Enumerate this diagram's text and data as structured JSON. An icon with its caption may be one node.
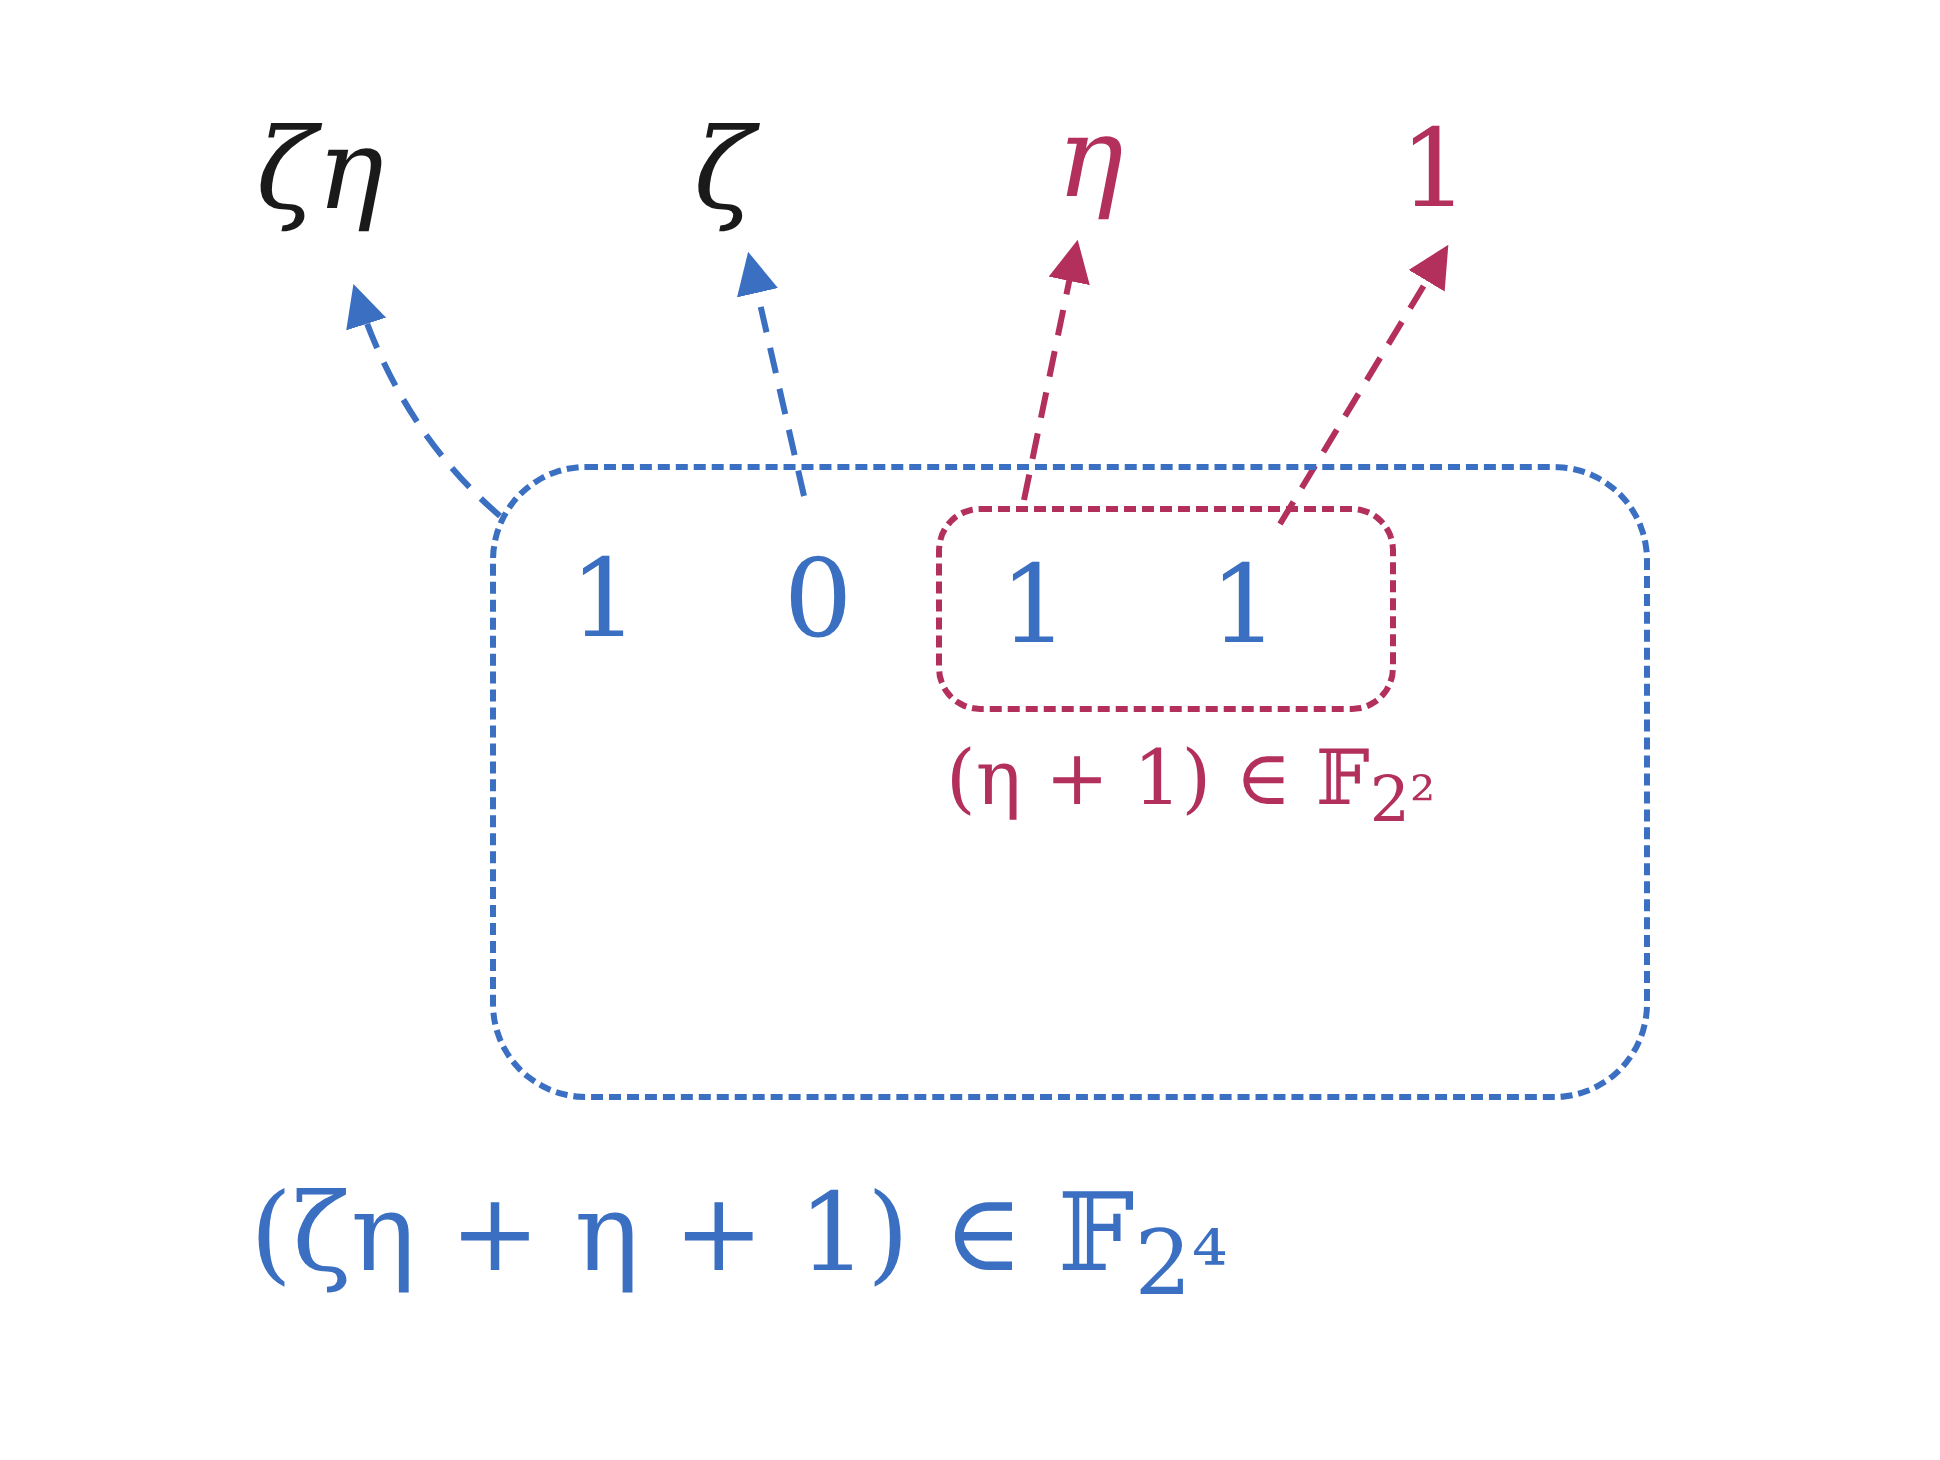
{
  "diagram": {
    "nodes": [
      {
        "text": [
          "ζη"
        ]
      },
      {
        "text": [
          "ζ"
        ]
      },
      {
        "text": [
          "η"
        ]
      },
      {
        "text": [
          "1"
        ]
      },
      {
        "text": [],
        "shape": "box",
        "beside": [
          "(ζη + η + 1) ∈ 𝔽$_{2⁴}$"
        ]
      },
      {
        "text": [
          "1"
        ],
        "in": 4
      },
      {
        "text": [
          "0"
        ],
        "in": 4
      },
      {
        "text": [],
        "shape": "box",
        "in": 4,
        "beside": [
          "(η + 1) ∈ 𝔽$_{2²}$"
        ]
      },
      {
        "text": [
          "1"
        ],
        "in": 7
      },
      {
        "text": [
          "1"
        ],
        "in": 7
      }
    ],
    "edges": [
      {
        "from": 5,
        "to": 0,
        "arrow": "to",
        "style": "dashed"
      },
      {
        "from": 6,
        "to": 1,
        "arrow": "to",
        "style": "dashed"
      },
      {
        "from": 8,
        "to": 2,
        "arrow": "to",
        "style": "dashed",
        "color": "#b3305c"
      },
      {
        "from": 9,
        "to": 3,
        "arrow": "to",
        "style": "dashed",
        "color": "#b3305c"
      }
    ]
  }
}
